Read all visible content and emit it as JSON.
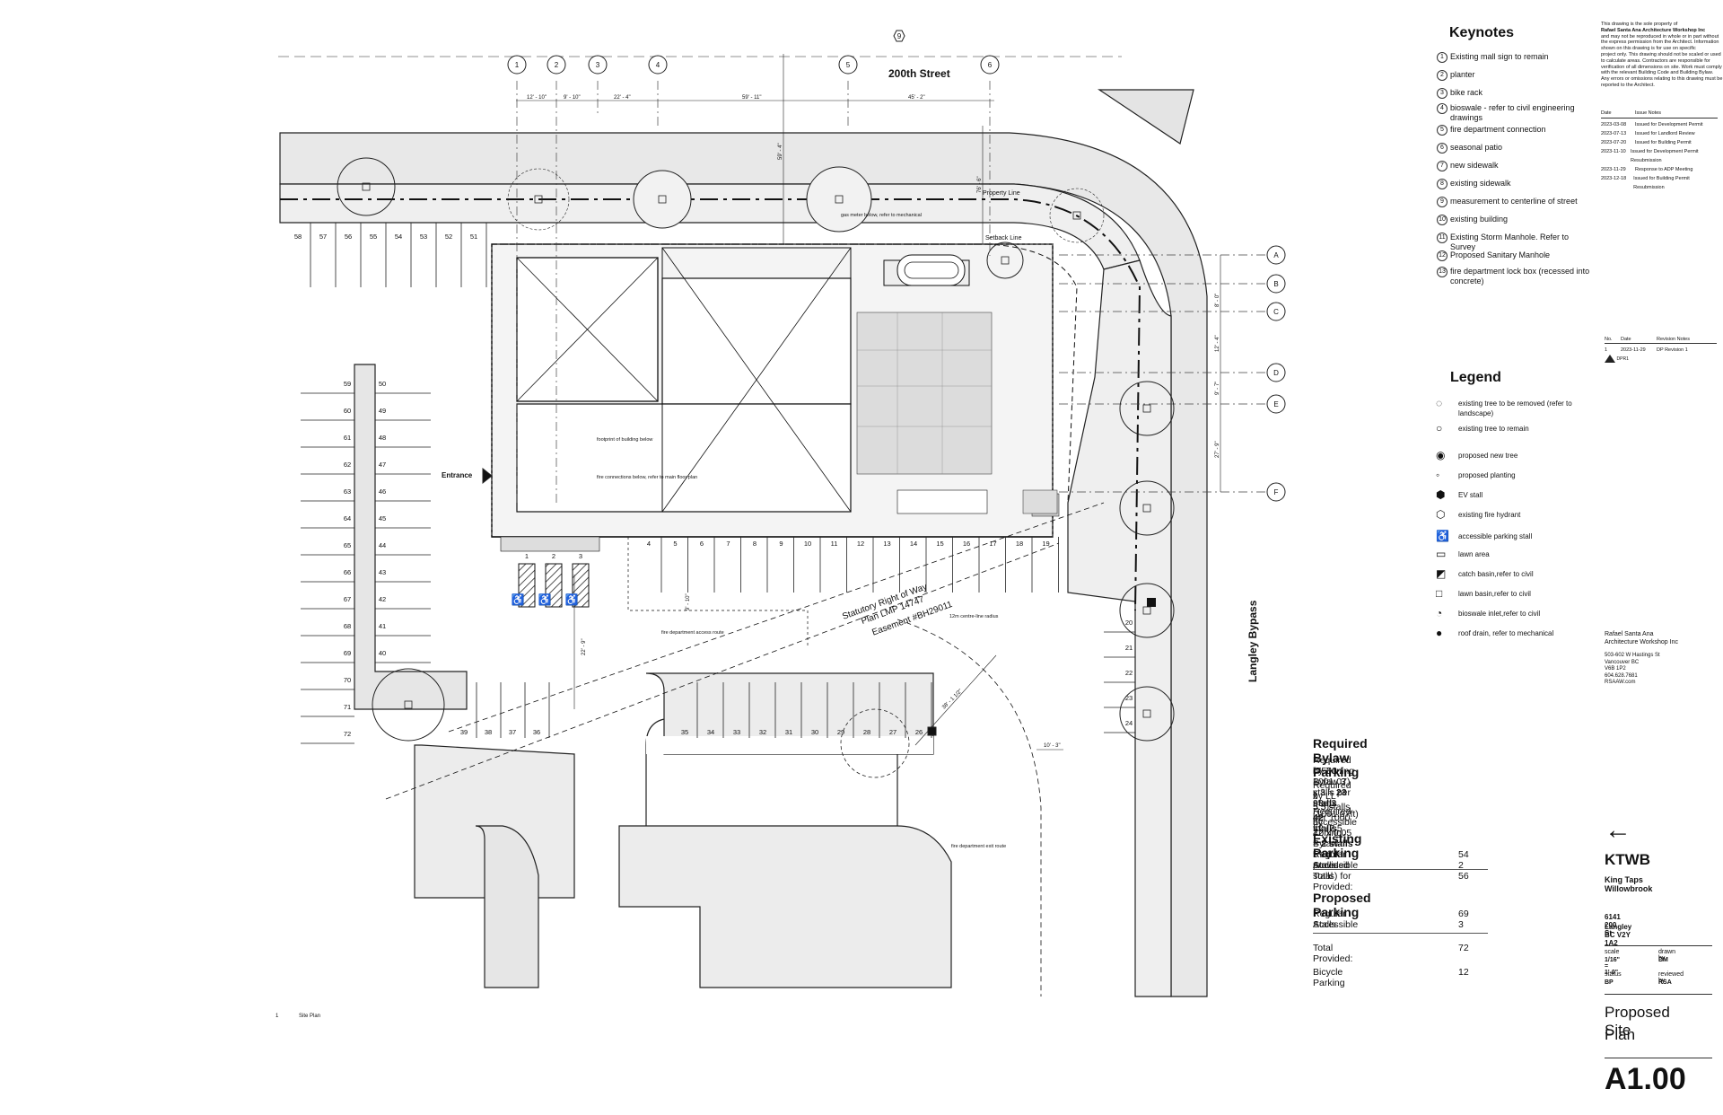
{
  "street_north": "200th Street",
  "street_east": "Langley Bypass",
  "labels": {
    "property_line": "Property Line",
    "setback_line": "Setback Line",
    "gas_meter": "gas meter below, refer to mechanical",
    "footprint": "footprint of building below",
    "fire_connections": "fire connections below, refer to main floor plan",
    "entrance": "Entrance",
    "row_1": "Statutory Right of Way",
    "row_2": "Plan LMP 14747",
    "easement": "Easement #BH29011",
    "fire_access": "fire department access route",
    "radius": "12m centre-line radius",
    "fire_exit": "fire department exit route",
    "site_plan_num": "1",
    "site_plan": "Site Plan"
  },
  "dims_top": [
    "12' - 10\"",
    "9' - 10\"",
    "22' - 4\"",
    "59' - 11\"",
    "45' - 2\""
  ],
  "dims_right": [
    "8' - 0\"",
    "12' - 4\"",
    "9' - 7\"",
    "27' - 9\""
  ],
  "dims_misc": {
    "d1": "59' - 4\"",
    "d2": "76' - 6\"",
    "d3": "22' - 9\"",
    "d4": "9' - 10\"",
    "d5": "10' - 3\"",
    "d6": "38' - 1 1/2\""
  },
  "grid_top": [
    "1",
    "2",
    "3",
    "4",
    "5",
    "6",
    "9"
  ],
  "grid_right": [
    "A",
    "B",
    "C",
    "D",
    "E",
    "F"
  ],
  "stalls": {
    "north_row": [
      "58",
      "57",
      "56",
      "55",
      "54",
      "53",
      "52",
      "51"
    ],
    "west_left": [
      "59",
      "60",
      "61",
      "62",
      "63",
      "64",
      "65",
      "66",
      "67",
      "68",
      "69",
      "70",
      "71",
      "72"
    ],
    "west_right": [
      "50",
      "49",
      "48",
      "47",
      "46",
      "45",
      "44",
      "43",
      "42",
      "41",
      "40"
    ],
    "south_left": [
      "39",
      "38",
      "37",
      "36"
    ],
    "south_mid": [
      "35",
      "34",
      "33",
      "32",
      "31",
      "30",
      "29",
      "28",
      "27",
      "26"
    ],
    "building_south": [
      "4",
      "5",
      "6",
      "7",
      "8",
      "9",
      "10",
      "11",
      "12",
      "13",
      "14",
      "15",
      "16",
      "17",
      "18",
      "19"
    ],
    "accessible": [
      "1",
      "2",
      "3"
    ],
    "east": [
      "20",
      "21",
      "22",
      "23",
      "24"
    ]
  },
  "keynotes": {
    "title": "Keynotes",
    "items": [
      {
        "n": "1",
        "t": "Existing mall sign to remain"
      },
      {
        "n": "2",
        "t": "planter"
      },
      {
        "n": "3",
        "t": "bike rack"
      },
      {
        "n": "4",
        "t": "bioswale - refer to civil engineering drawings"
      },
      {
        "n": "5",
        "t": "fire department connection"
      },
      {
        "n": "6",
        "t": "seasonal patio"
      },
      {
        "n": "7",
        "t": "new sidewalk"
      },
      {
        "n": "8",
        "t": "existing sidewalk"
      },
      {
        "n": "9",
        "t": "measurement to centerline of street"
      },
      {
        "n": "10",
        "t": "existing building"
      },
      {
        "n": "11",
        "t": "Existing Storm Manhole. Refer to Survey"
      },
      {
        "n": "12",
        "t": "Proposed Sanitary Manhole"
      },
      {
        "n": "13",
        "t": "fire department lock box (recessed into concrete)"
      }
    ]
  },
  "legend": {
    "title": "Legend",
    "items": [
      "existing tree to be removed (refer to landscape)",
      "existing tree to remain",
      "proposed new tree",
      "proposed planting",
      "EV stall",
      "existing fire hydrant",
      "accessible parking stall",
      "lawn area",
      "catch basin,refer to civil",
      "lawn basin,refer to civil",
      "bioswale inlet,refer to civil",
      "roof drain, refer to mechanical"
    ]
  },
  "disclaimer": [
    "This drawing is the sole property of",
    "Rafael Santa Ana Architecture Workshop Inc",
    "and may not be reproduced in whole or in part without",
    "the express permission from the Architect. Information",
    "shown on this drawing is for use on specific",
    "project only. This drawing should not be scaled or used",
    "to calculate areas. Contractors are responsible for",
    "verification of all dimensions on site. Work must comply",
    "with the relevant Building Code and Building Bylaw.",
    "Any errors or omissions relating to this drawing must be",
    "reported to the Architect."
  ],
  "issues": {
    "head": [
      "Date",
      "Issue Notes"
    ],
    "rows": [
      [
        "2023-03-08",
        "Issued for Development Permit"
      ],
      [
        "2023-07-13",
        "Issued for Landlord Review"
      ],
      [
        "2023-07-20",
        "Issued for Building Permit"
      ],
      [
        "2023-11-10",
        "Issued for Development Permit Resubmission"
      ],
      [
        "2023-11-29",
        "Response to ADP Meeting"
      ],
      [
        "2023-12-18",
        "Issued for Building Permit Resubmission"
      ]
    ]
  },
  "revisions": {
    "head": [
      "No.",
      "Date",
      "Revision Notes"
    ],
    "row": [
      "1",
      "2023-11-29",
      "DP Revision 1"
    ],
    "stamp": "DPR1"
  },
  "firm": {
    "name1": "Rafael Santa Ana",
    "name2": "Architecture Workshop Inc",
    "addr": [
      "503-602 W Hastings St",
      "Vancouver BC",
      "V6B 1P2",
      "604.628.7681",
      "RSAAW.com"
    ]
  },
  "parking": {
    "req_title": "Required Bylaw Parking",
    "req1": "Required by Zoning Bylaw 3 stalls per 93m2 (1001.07ft)",
    "req1b": "(7500 / 1001.07) x 3 =",
    "req1c": "23 stalls",
    "req2": "Required by LL 5.5 stalls per 1000 ft2 (7.5",
    "req2b": "x 5.5)=",
    "req2c": "42 stalls",
    "req3": "Required by Zoning Bylaw 5%(of provided stalls) for",
    "req3b": "accessible  42 x 0.05 =",
    "req3c": "2 stalls",
    "ex_title": "Existing Parking",
    "ex_rows": [
      [
        "Regular Stalls",
        "54"
      ],
      [
        "Accessible",
        "2"
      ],
      [
        "Total Provided:",
        "56"
      ]
    ],
    "pr_title": "Proposed Parking",
    "pr_rows": [
      [
        "Regular Stalls",
        "69"
      ],
      [
        "Accessible",
        "3"
      ]
    ],
    "pr_total": [
      "Total Provided:",
      "72"
    ],
    "bike": [
      "Bicycle Parking",
      "12"
    ]
  },
  "titleblock": {
    "code": "KTWB",
    "name": "King Taps Willowbrook",
    "addr1": "6141 200 St",
    "addr2": "Langley BC V2Y 1A2",
    "scale_l": "scale",
    "scale_v": "1/16\" = 1'-0\"",
    "drawn_l": "drawn by",
    "drawn_v": "DM",
    "status_l": "status",
    "status_v": "BP",
    "rev_l": "reviewed by",
    "rev_v": "RSA",
    "sheet_title1": "Proposed Site",
    "sheet_title2": "Plan",
    "sheet_no": "A1.00"
  }
}
